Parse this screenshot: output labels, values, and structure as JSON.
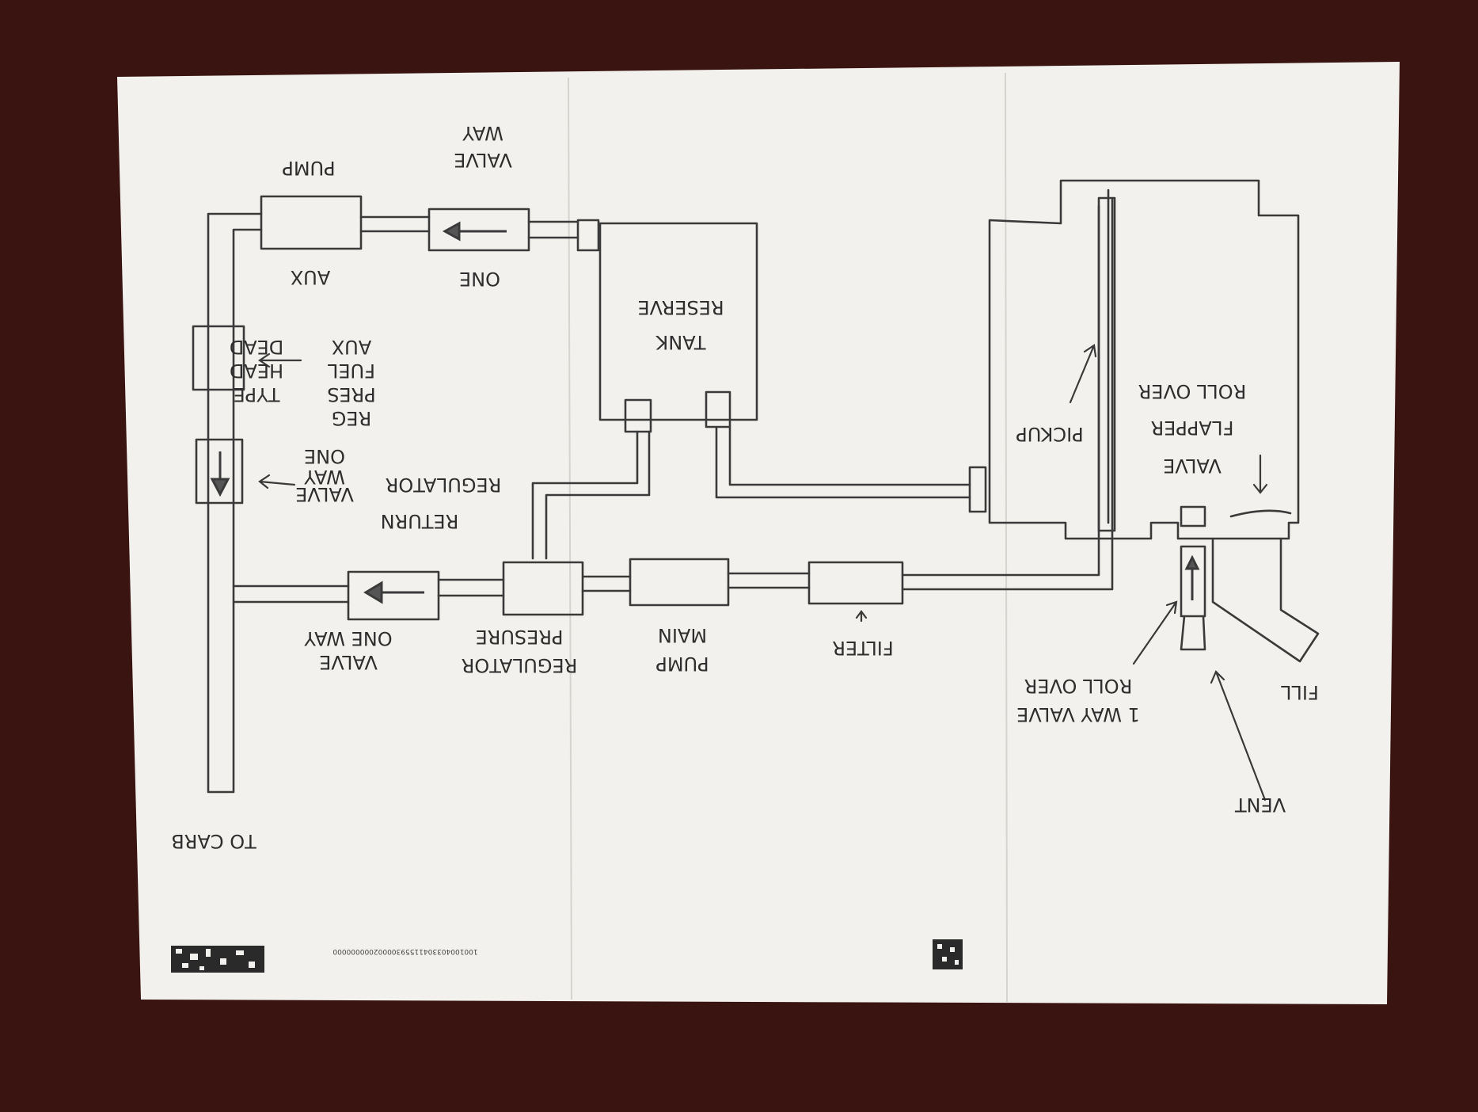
{
  "labels": {
    "aux_pump": [
      "PUMP",
      "AUX"
    ],
    "one_way_valve_top": [
      "WAY",
      "VALVE",
      "ONE"
    ],
    "reserve_tank": [
      "TANK",
      "RESERVE"
    ],
    "aux_dead_head_reg": [
      "REG",
      "PRES",
      "TYPE",
      "FUEL",
      "HEAD",
      "DEAD",
      "AUX"
    ],
    "one_way_valve_mid": [
      "VALVE",
      "WAY",
      "ONE"
    ],
    "regulator_return": [
      "RETURN",
      "REGULATOR"
    ],
    "one_way_valve_bottom": [
      "VALVE",
      "ONE WAY"
    ],
    "pressure_regulator": [
      "REGULATOR",
      "PRESURE"
    ],
    "main_pump": [
      "PUMP",
      "MAIN"
    ],
    "filter": "FILTER",
    "pickup": "PICKUP",
    "rollover_flapper_valve": [
      "VALVE",
      "FLAPPER",
      "ROLL OVER"
    ],
    "rollover_1way_valve": [
      "1 WAY VALVE",
      "ROLL OVER"
    ],
    "fill": "FILL",
    "vent": "VENT",
    "to_carb": "TO CARB"
  },
  "barcode_number": "10010040330411559300002000000000"
}
